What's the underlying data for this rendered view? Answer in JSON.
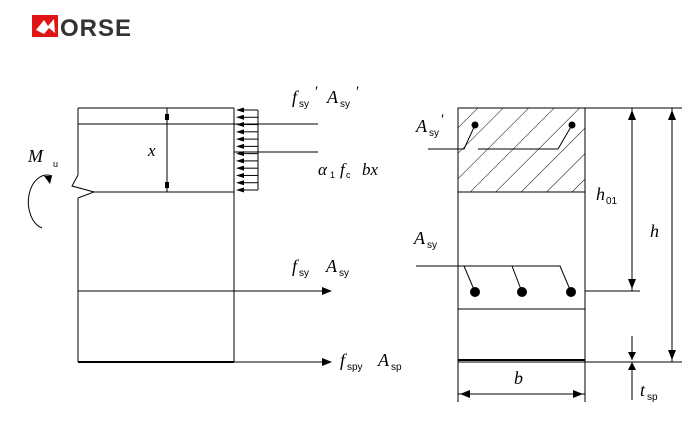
{
  "logo": {
    "rest": "ORSE",
    "colors": {
      "text": "#333333",
      "mark": "#e01515"
    }
  },
  "left_section": {
    "moment": {
      "symbol": "M",
      "subscript": "u"
    },
    "depth_label": "x",
    "comp_steel": {
      "f_sub": "sy",
      "a_sub": "sy"
    },
    "concrete": {
      "alpha_sub": "1",
      "f_sub": "c",
      "tail": "bx"
    },
    "tens_steel": {
      "f_sub": "sy",
      "a_sub": "sy"
    },
    "plate": {
      "f_sub": "spy",
      "a_sub": "sp"
    }
  },
  "right_section": {
    "comp_area": {
      "a_sub": "sy"
    },
    "tens_area": {
      "a_sub": "sy"
    },
    "h01": {
      "symbol": "h",
      "subscript": "01"
    },
    "h": "h",
    "b": "b",
    "tsp": {
      "symbol": "t",
      "subscript": "sp"
    }
  }
}
